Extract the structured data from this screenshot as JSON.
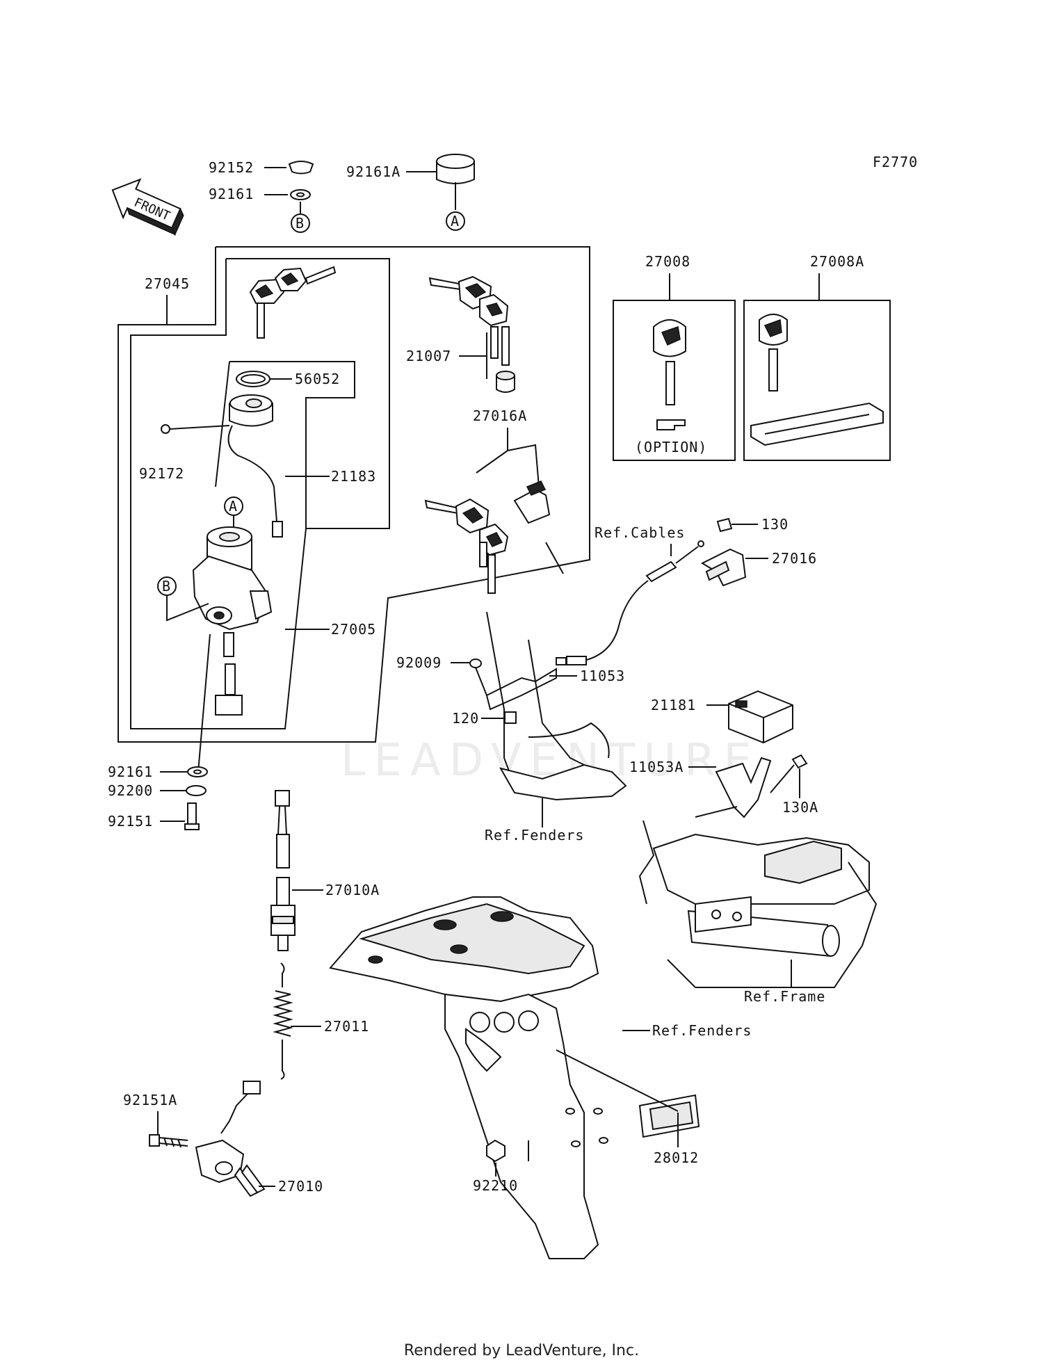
{
  "figure_code": "F2770",
  "front_label": "FRONT",
  "watermark": "LEADVENTURE",
  "footer": "Rendered by LeadVenture, Inc.",
  "callouts": {
    "A": "A",
    "B": "B"
  },
  "parts": [
    {
      "id": "p92152",
      "label": "92152"
    },
    {
      "id": "p92161_top",
      "label": "92161"
    },
    {
      "id": "p92161A",
      "label": "92161A"
    },
    {
      "id": "p27045",
      "label": "27045"
    },
    {
      "id": "p56052",
      "label": "56052"
    },
    {
      "id": "p92172",
      "label": "92172"
    },
    {
      "id": "p21183",
      "label": "21183"
    },
    {
      "id": "p21007",
      "label": "21007"
    },
    {
      "id": "p27016A",
      "label": "27016A"
    },
    {
      "id": "p27005",
      "label": "27005"
    },
    {
      "id": "p27008",
      "label": "27008"
    },
    {
      "id": "p27008A",
      "label": "27008A"
    },
    {
      "id": "p130",
      "label": "130"
    },
    {
      "id": "p27016",
      "label": "27016"
    },
    {
      "id": "p92009",
      "label": "92009"
    },
    {
      "id": "p11053",
      "label": "11053"
    },
    {
      "id": "p120",
      "label": "120"
    },
    {
      "id": "p21181",
      "label": "21181"
    },
    {
      "id": "p11053A",
      "label": "11053A"
    },
    {
      "id": "p130A",
      "label": "130A"
    },
    {
      "id": "p92161_low",
      "label": "92161"
    },
    {
      "id": "p92200",
      "label": "92200"
    },
    {
      "id": "p92151",
      "label": "92151"
    },
    {
      "id": "p27010A",
      "label": "27010A"
    },
    {
      "id": "p27011",
      "label": "27011"
    },
    {
      "id": "p92151A",
      "label": "92151A"
    },
    {
      "id": "p27010",
      "label": "27010"
    },
    {
      "id": "p92210",
      "label": "92210"
    },
    {
      "id": "p28012",
      "label": "28012"
    }
  ],
  "references": {
    "cables": "Ref.Cables",
    "fenders_upper": "Ref.Fenders",
    "frame": "Ref.Frame",
    "fenders_lower": "Ref.Fenders"
  },
  "option_label": "(OPTION)"
}
